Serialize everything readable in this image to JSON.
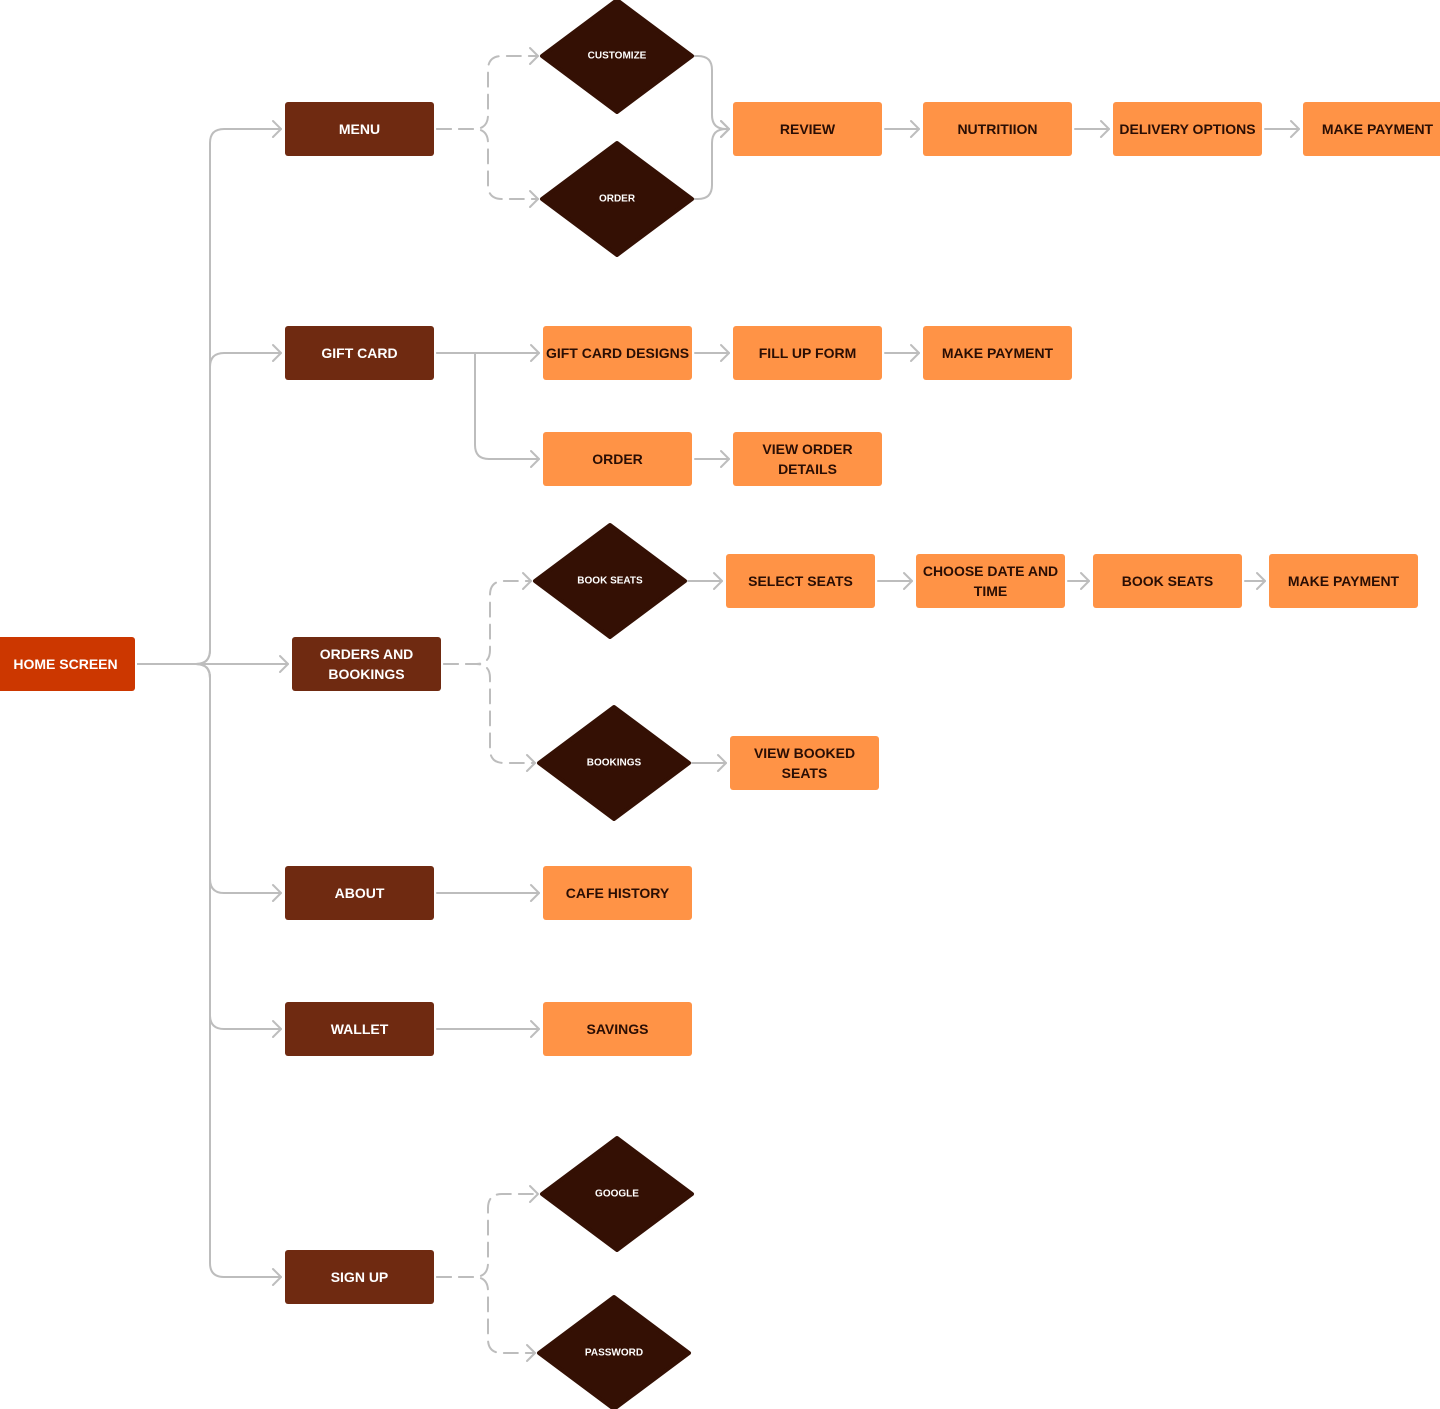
{
  "title": "Cafe App Flow",
  "colors": {
    "root": "#CC3700",
    "section": "#6F2A11",
    "decision": "#341004",
    "step": "#FF9346",
    "connector": "#BDBDBD",
    "light_text": "#FFFFFF",
    "dark_text": "#2A0E04"
  },
  "nodes": [
    {
      "id": "home",
      "label": [
        "HOME SCREEN"
      ],
      "kind": "root"
    },
    {
      "id": "menu",
      "label": [
        "MENU"
      ],
      "kind": "section"
    },
    {
      "id": "giftcard",
      "label": [
        "GIFT CARD"
      ],
      "kind": "section"
    },
    {
      "id": "orders",
      "label": [
        "ORDERS AND",
        "BOOKINGS"
      ],
      "kind": "section"
    },
    {
      "id": "about",
      "label": [
        "ABOUT"
      ],
      "kind": "section"
    },
    {
      "id": "wallet",
      "label": [
        "WALLET"
      ],
      "kind": "section"
    },
    {
      "id": "signup",
      "label": [
        "SIGN UP"
      ],
      "kind": "section"
    },
    {
      "id": "customize",
      "label": [
        "CUSTOMIZE"
      ],
      "kind": "decision"
    },
    {
      "id": "menu_order",
      "label": [
        "ORDER"
      ],
      "kind": "decision"
    },
    {
      "id": "review",
      "label": [
        "REVIEW"
      ],
      "kind": "step"
    },
    {
      "id": "nutrition",
      "label": [
        "NUTRITIION"
      ],
      "kind": "step"
    },
    {
      "id": "delivery",
      "label": [
        "DELIVERY OPTIONS"
      ],
      "kind": "step"
    },
    {
      "id": "menu_payment",
      "label": [
        "MAKE PAYMENT"
      ],
      "kind": "step"
    },
    {
      "id": "gc_designs",
      "label": [
        "GIFT CARD DESIGNS"
      ],
      "kind": "step"
    },
    {
      "id": "gc_form",
      "label": [
        "FILL UP FORM"
      ],
      "kind": "step"
    },
    {
      "id": "gc_payment",
      "label": [
        "MAKE PAYMENT"
      ],
      "kind": "step"
    },
    {
      "id": "gc_order",
      "label": [
        "ORDER"
      ],
      "kind": "step"
    },
    {
      "id": "gc_view",
      "label": [
        "VIEW ORDER",
        "DETAILS"
      ],
      "kind": "step"
    },
    {
      "id": "book_seats_d",
      "label": [
        "BOOK SEATS"
      ],
      "kind": "decision"
    },
    {
      "id": "bookings_d",
      "label": [
        "BOOKINGS"
      ],
      "kind": "decision"
    },
    {
      "id": "select_seats",
      "label": [
        "SELECT SEATS"
      ],
      "kind": "step"
    },
    {
      "id": "choose_date",
      "label": [
        "CHOOSE DATE AND",
        "TIME"
      ],
      "kind": "step"
    },
    {
      "id": "book_seats",
      "label": [
        "BOOK SEATS"
      ],
      "kind": "step"
    },
    {
      "id": "ob_payment",
      "label": [
        "MAKE PAYMENT"
      ],
      "kind": "step"
    },
    {
      "id": "view_booked",
      "label": [
        "VIEW BOOKED",
        "SEATS"
      ],
      "kind": "step"
    },
    {
      "id": "cafe_history",
      "label": [
        "CAFE HISTORY"
      ],
      "kind": "step"
    },
    {
      "id": "savings",
      "label": [
        "SAVINGS"
      ],
      "kind": "step"
    },
    {
      "id": "google",
      "label": [
        "GOOGLE"
      ],
      "kind": "decision"
    },
    {
      "id": "password",
      "label": [
        "PASSWORD"
      ],
      "kind": "decision"
    }
  ],
  "edges": [
    {
      "from": "home",
      "to": "menu",
      "style": "solid"
    },
    {
      "from": "home",
      "to": "giftcard",
      "style": "solid"
    },
    {
      "from": "home",
      "to": "orders",
      "style": "solid"
    },
    {
      "from": "home",
      "to": "about",
      "style": "solid"
    },
    {
      "from": "home",
      "to": "wallet",
      "style": "solid"
    },
    {
      "from": "home",
      "to": "signup",
      "style": "solid"
    },
    {
      "from": "menu",
      "to": "customize",
      "style": "dashed"
    },
    {
      "from": "menu",
      "to": "menu_order",
      "style": "dashed"
    },
    {
      "from": "customize",
      "to": "review",
      "style": "solid"
    },
    {
      "from": "menu_order",
      "to": "review",
      "style": "solid"
    },
    {
      "from": "review",
      "to": "nutrition",
      "style": "solid"
    },
    {
      "from": "nutrition",
      "to": "delivery",
      "style": "solid"
    },
    {
      "from": "delivery",
      "to": "menu_payment",
      "style": "solid"
    },
    {
      "from": "giftcard",
      "to": "gc_designs",
      "style": "solid"
    },
    {
      "from": "giftcard",
      "to": "gc_order",
      "style": "solid"
    },
    {
      "from": "gc_designs",
      "to": "gc_form",
      "style": "solid"
    },
    {
      "from": "gc_form",
      "to": "gc_payment",
      "style": "solid"
    },
    {
      "from": "gc_order",
      "to": "gc_view",
      "style": "solid"
    },
    {
      "from": "orders",
      "to": "book_seats_d",
      "style": "dashed"
    },
    {
      "from": "orders",
      "to": "bookings_d",
      "style": "dashed"
    },
    {
      "from": "book_seats_d",
      "to": "select_seats",
      "style": "solid"
    },
    {
      "from": "select_seats",
      "to": "choose_date",
      "style": "solid"
    },
    {
      "from": "choose_date",
      "to": "book_seats",
      "style": "solid"
    },
    {
      "from": "book_seats",
      "to": "ob_payment",
      "style": "solid"
    },
    {
      "from": "bookings_d",
      "to": "view_booked",
      "style": "solid"
    },
    {
      "from": "about",
      "to": "cafe_history",
      "style": "solid"
    },
    {
      "from": "wallet",
      "to": "savings",
      "style": "solid"
    },
    {
      "from": "signup",
      "to": "google",
      "style": "dashed"
    },
    {
      "from": "signup",
      "to": "password",
      "style": "dashed"
    }
  ]
}
